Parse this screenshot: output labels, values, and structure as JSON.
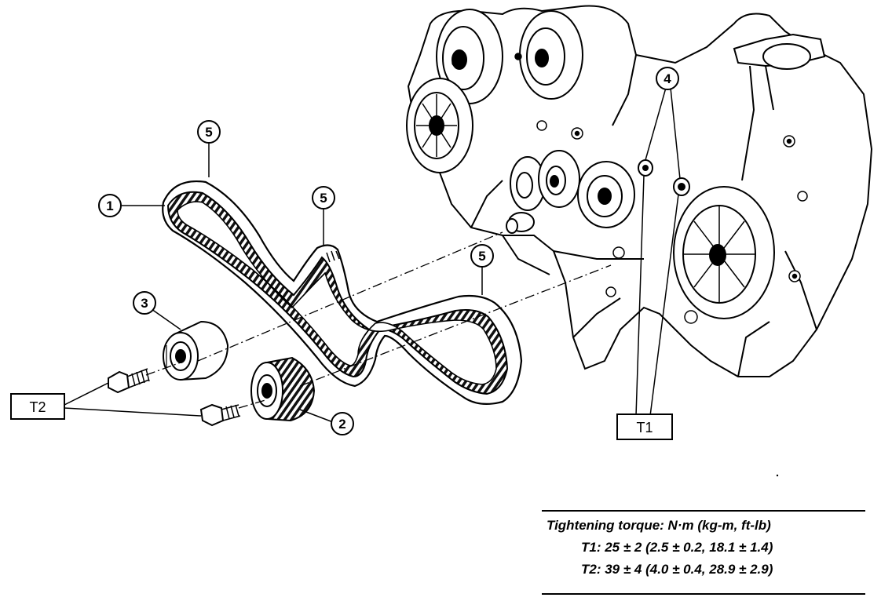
{
  "callouts": {
    "c1": "1",
    "c2": "2",
    "c3": "3",
    "c4": "4",
    "c5": "5"
  },
  "tags": {
    "t1": "T1",
    "t2": "T2"
  },
  "torque_table": {
    "heading": "Tightening torque: N·m (kg-m, ft-lb)",
    "t1": "T1: 25 ± 2 (2.5 ± 0.2, 18.1 ± 1.4)",
    "t2": "T2: 39 ± 4 (4.0 ± 0.4, 28.9 ± 2.9)"
  }
}
